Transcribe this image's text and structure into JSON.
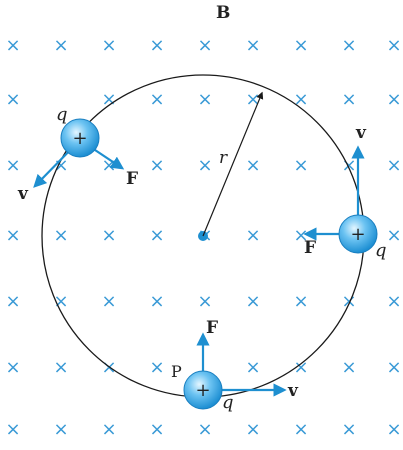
{
  "labels": {
    "field": "B",
    "radius": "r",
    "charge": "q",
    "point": "P",
    "velocity": "v",
    "force": "F",
    "plus": "+"
  },
  "field_marker": "×",
  "colors": {
    "field_cross": "#3a9ad6",
    "vector": "#1e8fd0",
    "charge_fill": "#5ab7ee",
    "charge_highlight": "#dff3ff",
    "orbit": "#1a1a1a",
    "center": "#1e8fd0",
    "text": "#222222"
  }
}
